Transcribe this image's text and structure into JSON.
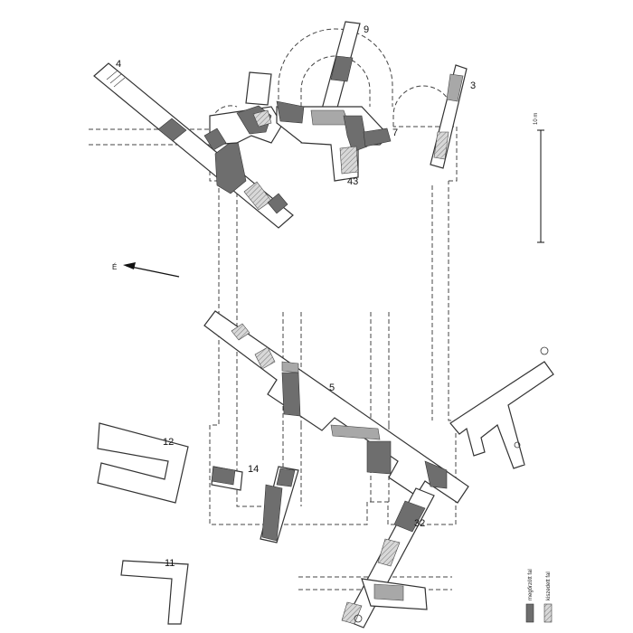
{
  "trench_labels": {
    "t3": "3",
    "t4": "4",
    "t5": "5",
    "t7": "7",
    "t9": "9",
    "t11": "11",
    "t12": "12",
    "t14": "14",
    "t32": "32",
    "t43": "43"
  },
  "north_label": "É",
  "scale_label": "10 m",
  "legend": {
    "item1": "megőrzött fal",
    "item2": "kiszedett fal"
  },
  "colors": {
    "wall_dark": "#6e6e6e",
    "wall_medium": "#a8a8a8",
    "outline": "#333333"
  }
}
